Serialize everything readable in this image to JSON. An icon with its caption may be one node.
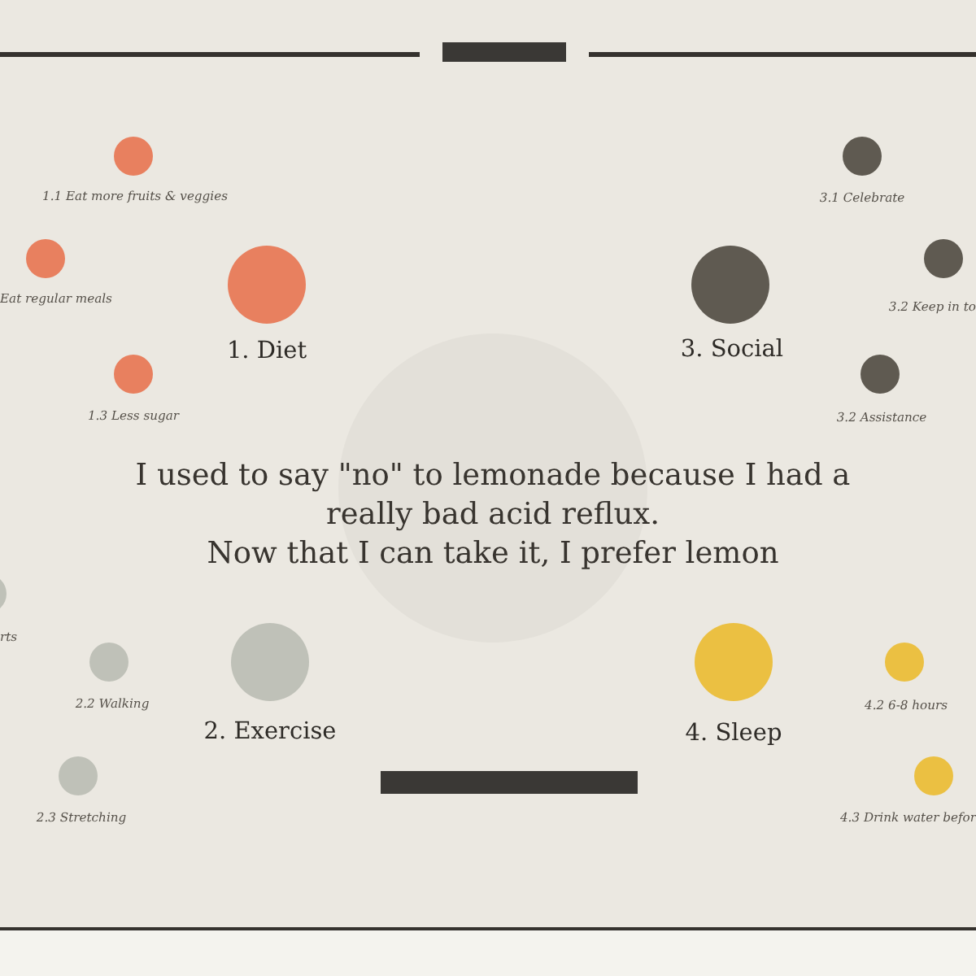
{
  "diagram": {
    "nodes": [
      {
        "text": [],
        "shape": "bar"
      },
      {
        "text": [],
        "shape": "circle",
        "beside": [
          "1.1 Eat more fruits & veggies"
        ]
      },
      {
        "text": [],
        "shape": "circle",
        "beside": [
          "3.1 Celebrate"
        ]
      },
      {
        "text": [],
        "shape": "circle",
        "beside": [
          "Eat regular meals"
        ]
      },
      {
        "text": [],
        "shape": "circle",
        "beside": [
          "3.2 Keep in to"
        ]
      },
      {
        "text": [],
        "shape": "circle",
        "beside": [
          "1. Diet"
        ]
      },
      {
        "text": [],
        "shape": "circle",
        "beside": [
          "3. Social"
        ]
      },
      {
        "text": [],
        "shape": "circle",
        "beside": [
          "1.3 Less sugar"
        ]
      },
      {
        "text": [],
        "shape": "circle",
        "beside": [
          "3.2 Assistance"
        ]
      },
      {
        "text": [
          "I used to say \"no\" to lemonade because I had a really bad acid reflux.",
          "Now that I can take it, I prefer lemon"
        ]
      },
      {
        "text": [],
        "shape": "circle",
        "beside": [
          "rts"
        ]
      },
      {
        "text": [],
        "shape": "circle",
        "beside": [
          "2.2 Walking"
        ]
      },
      {
        "text": [],
        "shape": "circle",
        "beside": [
          "2. Exercise"
        ]
      },
      {
        "text": [],
        "shape": "circle",
        "beside": [
          "4. Sleep"
        ]
      },
      {
        "text": [],
        "shape": "circle",
        "beside": [
          "4.2 6-8 hours"
        ]
      },
      {
        "text": [],
        "shape": "circle",
        "beside": [
          "2.3 Stretching"
        ]
      },
      {
        "text": [],
        "shape": "bar"
      },
      {
        "text": [],
        "shape": "circle",
        "beside": [
          "4.3 Drink water befor"
        ]
      }
    ]
  }
}
